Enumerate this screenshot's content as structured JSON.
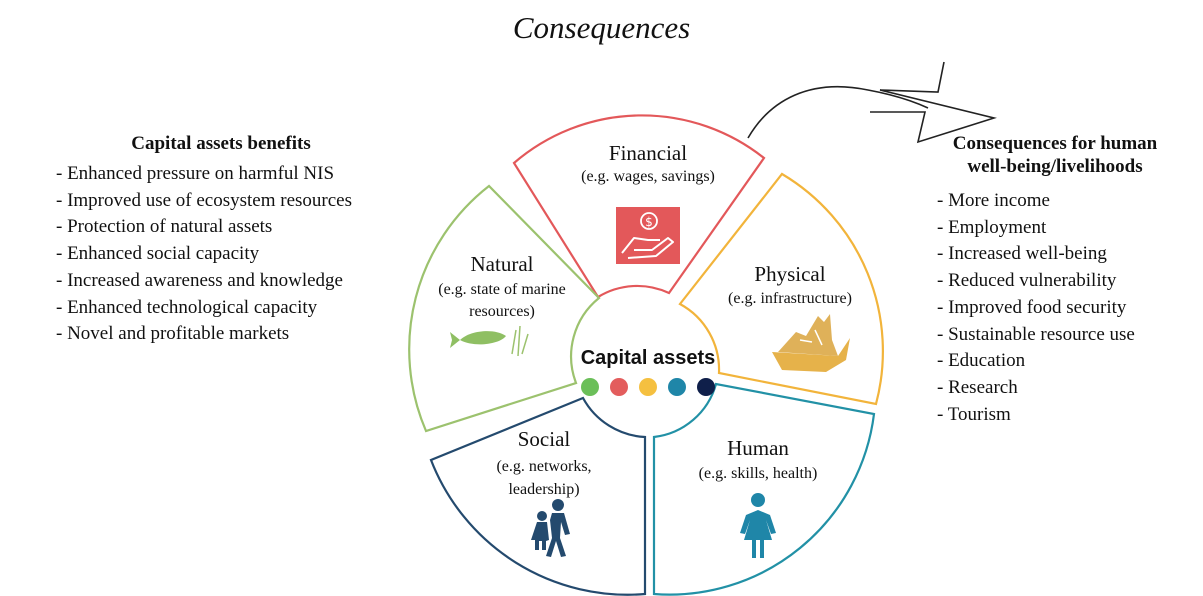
{
  "title": "Consequences",
  "left": {
    "heading": "Capital assets benefits",
    "items": [
      "Enhanced pressure on harmful NIS",
      "Improved use of ecosystem resources",
      "Protection of natural assets",
      "Enhanced social capacity",
      "Increased awareness and knowledge",
      "Enhanced technological capacity",
      "Novel and profitable markets"
    ]
  },
  "right": {
    "heading_line1": "Consequences for human",
    "heading_line2": "well-being/livelihoods",
    "items": [
      "More income",
      "Employment",
      "Increased well-being",
      "Reduced vulnerability",
      "Improved food security",
      "Sustainable resource use",
      "Education",
      "Research",
      "Tourism"
    ]
  },
  "wheel": {
    "center_label": "Capital assets",
    "segments": {
      "financial": {
        "label": "Financial",
        "sub1": "(e.g. wages, savings)",
        "color": "#e3585a"
      },
      "physical": {
        "label": "Physical",
        "sub1": "(e.g. infrastructure)",
        "color": "#f2b43b"
      },
      "human": {
        "label": "Human",
        "sub1": "(e.g. skills, health)",
        "color": "#2291a6"
      },
      "social": {
        "label": "Social",
        "sub1": "(e.g. networks,",
        "sub2": "leadership)",
        "color": "#244a6e"
      },
      "natural": {
        "label": "Natural",
        "sub1": "(e.g. state of marine",
        "sub2": "resources)",
        "color": "#9cc26e"
      }
    },
    "dots": [
      "#6bbf59",
      "#e35d5d",
      "#f5c040",
      "#1f86a8",
      "#0f1f4a"
    ],
    "icons": {
      "financial": "money-hand-icon",
      "physical": "boat-icon",
      "human": "woman-icon",
      "social": "walking-people-icon",
      "natural": "fish-icon"
    }
  }
}
